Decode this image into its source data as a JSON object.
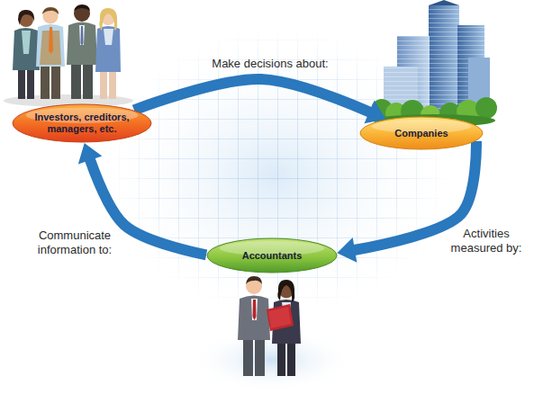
{
  "diagram": {
    "nodes": [
      {
        "text": [
          "Investors, creditors, managers, etc."
        ]
      },
      {
        "text": [
          "Companies"
        ]
      },
      {
        "text": [
          "Accountants"
        ]
      }
    ],
    "edges": [
      {
        "from": 0,
        "to": 1,
        "arrow": "to",
        "label": "Make decisions about:"
      },
      {
        "from": 1,
        "to": 2,
        "arrow": "to",
        "label": "Activities measured by:"
      },
      {
        "from": 2,
        "to": 0,
        "arrow": "to",
        "label": "Communicate information to:"
      }
    ]
  }
}
